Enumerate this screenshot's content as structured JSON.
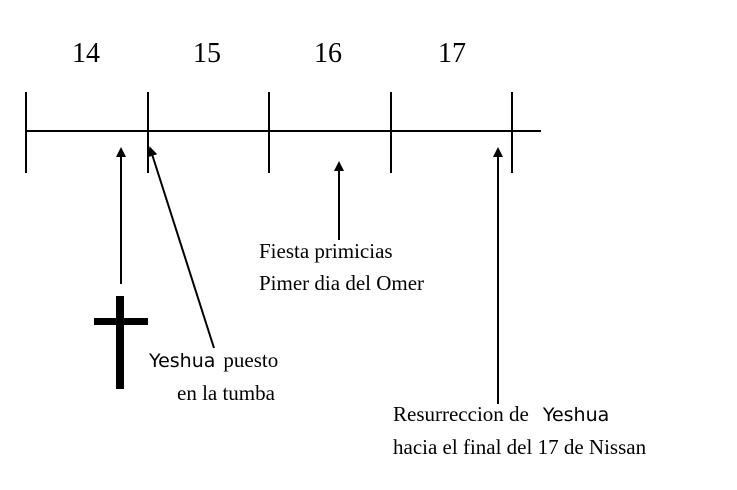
{
  "timeline": {
    "days": [
      "14",
      "15",
      "16",
      "17"
    ]
  },
  "annotations": {
    "burial": {
      "name": "Yeshua",
      "line1_rest": "puesto",
      "line2": "en la tumba"
    },
    "firstfruits": {
      "line1": "Fiesta primicias",
      "line2": "Pimer dia del Omer"
    },
    "resurrection": {
      "line1_prefix": "Resurreccion de",
      "name": "Yeshua",
      "line2": "hacia el final del 17 de Nissan"
    }
  },
  "icons": {
    "cross": "cross-icon"
  },
  "colors": {
    "ink": "#000000",
    "background": "#ffffff"
  }
}
